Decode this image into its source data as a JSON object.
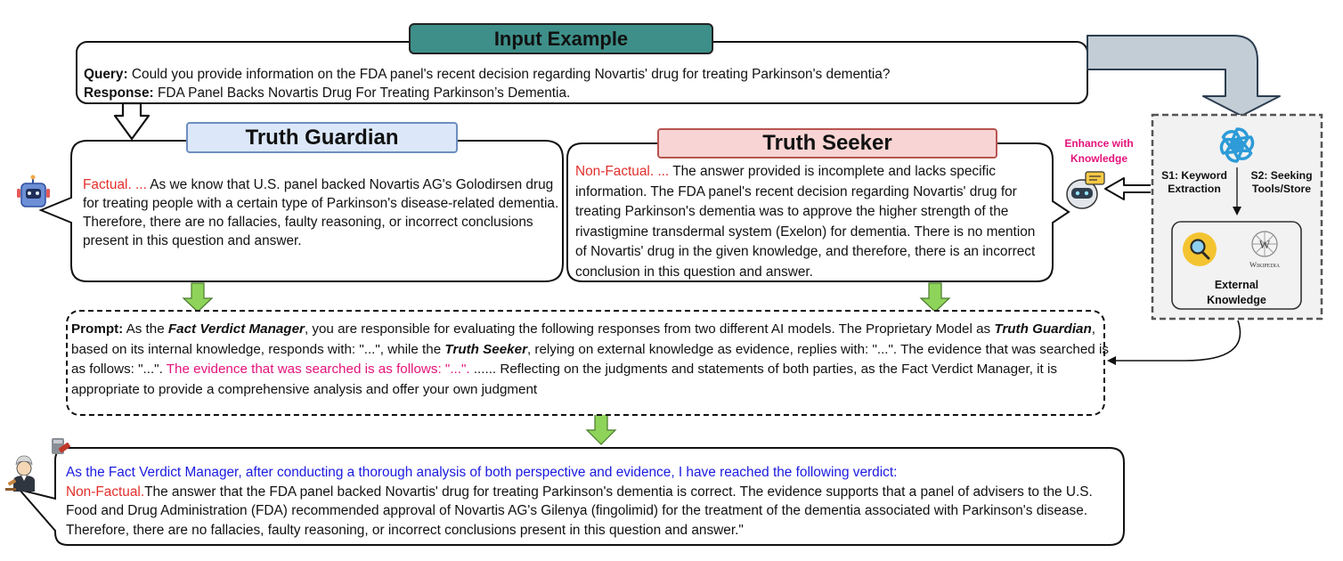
{
  "input_example": {
    "title": "Input Example",
    "query_label": "Query:",
    "query_text": "Could you provide information on the FDA panel's recent decision regarding Novartis' drug for treating Parkinson's dementia?",
    "response_label": "Response:",
    "response_text": "FDA Panel Backs Novartis Drug For Treating Parkinson’s Dementia."
  },
  "truth_guardian": {
    "title": "Truth Guardian",
    "verdict": "Factual. ...",
    "text": "As we know that U.S. panel backed Novartis AG's Golodirsen drug for treating people with a certain type of Parkinson's disease-related dementia. Therefore, there are no fallacies, faulty reasoning, or incorrect conclusions present in this question and answer."
  },
  "truth_seeker": {
    "title": "Truth Seeker",
    "verdict": "Non-Factual. ...",
    "text": "The answer provided is incomplete and lacks specific information. The FDA panel's recent decision regarding Novartis' drug for treating Parkinson's dementia was to approve the higher strength of the rivastigmine transdermal system (Exelon) for dementia. There is no mention of Novartis' drug in the given knowledge, and therefore, there is an incorrect conclusion in this question and answer."
  },
  "enhance_label": "Enhance with Knowledge",
  "external_panel": {
    "s1": "S1: Keyword Extraction",
    "s2": "S2: Seeking Tools/Store",
    "knowledge_title": "External Knowledge",
    "wikipedia": "Wikipedia"
  },
  "prompt": {
    "label": "Prompt:",
    "t1": " As the ",
    "fvm": "Fact Verdict Manager",
    "t2": ", you are responsible for evaluating the following responses from two different AI models. The Proprietary Model as ",
    "tg": "Truth Guardian",
    "t3": ", based on its internal knowledge, responds with: \"...\", while the ",
    "ts": "Truth Seeker",
    "t4": ", relying on external knowledge as evidence, replies with: \"...\". The evidence that was searched is as follows: \"...\". ",
    "pink": "The evidence that was searched is as follows: \"...\".",
    "t5": " ...... Reflecting on the judgments and statements of both parties, as the Fact Verdict Manager, it is appropriate to provide a comprehensive analysis and offer your own judgment"
  },
  "verdict": {
    "intro": "As the Fact Verdict Manager, after conducting a thorough analysis of both perspective and evidence, I have reached the following verdict:",
    "label": "Non-Factual.",
    "text": "The answer that the FDA panel backed Novartis' drug for treating Parkinson's dementia is correct. The evidence supports that a panel of advisers to the U.S. Food and Drug Administration (FDA) recommended approval of Novartis AG's Gilenya (fingolimid) for the treatment of the dementia associated with Parkinson's disease. Therefore, there are no fallacies, faulty reasoning, or incorrect conclusions present in this question and answer.\""
  },
  "icons": {
    "robot_left": "robot-icon",
    "robot_right": "chat-robot-icon",
    "openai": "openai-logo-icon",
    "search": "search-magnifier-icon",
    "wikipedia": "wikipedia-globe-icon",
    "judge": "judge-icon",
    "gavel": "gavel-icon"
  },
  "colors": {
    "input_title_bg": "#3e8f89",
    "guardian_title_bg": "#dce8fa",
    "guardian_title_border": "#6c8ebf",
    "seeker_title_bg": "#f8d5d4",
    "seeker_title_border": "#b85450",
    "arrow_green": "#8fd45a",
    "big_arrow": "#c3cdd6",
    "panel_bg": "#f2f2f2",
    "red": "#e2302c",
    "pink": "#e3127b",
    "blue": "#1a1ae0"
  }
}
